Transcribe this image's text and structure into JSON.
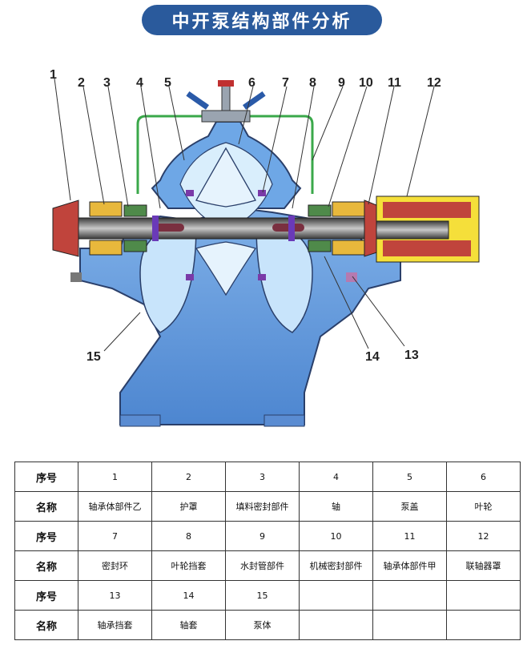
{
  "title": "中开泵结构部件分析",
  "callouts": [
    "1",
    "2",
    "3",
    "4",
    "5",
    "6",
    "7",
    "8",
    "9",
    "10",
    "11",
    "12",
    "13",
    "14",
    "15"
  ],
  "table": {
    "number_label": "序号",
    "name_label": "名称",
    "rows": [
      {
        "numbers": [
          "1",
          "2",
          "3",
          "4",
          "5",
          "6"
        ],
        "names": [
          "轴承体部件乙",
          "护罩",
          "填料密封部件",
          "轴",
          "泵盖",
          "叶轮"
        ]
      },
      {
        "numbers": [
          "7",
          "8",
          "9",
          "10",
          "11",
          "12"
        ],
        "names": [
          "密封环",
          "叶轮挡套",
          "水封管部件",
          "机械密封部件",
          "轴承体部件甲",
          "联轴器罩"
        ]
      },
      {
        "numbers": [
          "13",
          "14",
          "15",
          "",
          "",
          ""
        ],
        "names": [
          "轴承挡套",
          "轴套",
          "泵体",
          "",
          "",
          ""
        ]
      }
    ]
  }
}
